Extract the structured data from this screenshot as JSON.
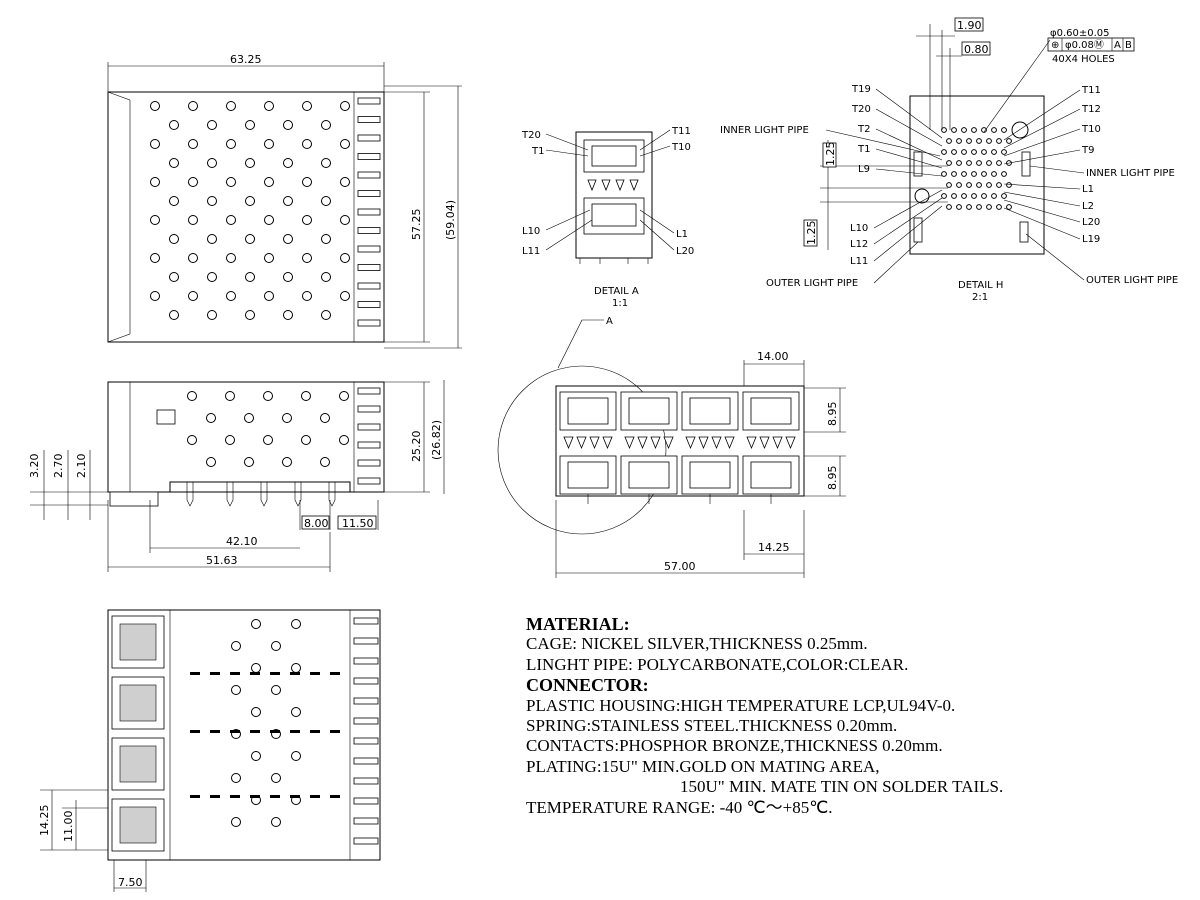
{
  "top_view": {
    "width_dim": "63.25",
    "height_dim": "57.25",
    "height_ref_dim": "(59.04)"
  },
  "side_view": {
    "height_dim": "25.20",
    "height_ref_dim": "(26.82)",
    "vertical_dims": [
      "3.20",
      "2.70",
      "2.10"
    ],
    "pin_dim_a": "8.00",
    "pin_dim_b": "11.50",
    "length_dim_a": "42.10",
    "length_dim_b": "51.63"
  },
  "bottom_view": {
    "dim_a": "14.25",
    "dim_b": "11.00",
    "dim_c": "7.50"
  },
  "detail_a": {
    "labels_left": [
      "T20",
      "T1",
      "L10",
      "L11"
    ],
    "labels_right": [
      "T11",
      "T10",
      "L1",
      "L20"
    ],
    "title": "DETAIL A",
    "scale": "1:1"
  },
  "detail_h": {
    "dim_a": "1.90",
    "dim_b": "0.80",
    "hole_tol": "φ0.60±0.05",
    "position_tol": [
      "⊕",
      "φ0.08Ⓜ",
      "A",
      "B"
    ],
    "hole_count": "40X4 HOLES",
    "labels_left": [
      "T19",
      "T20",
      "INNER LIGHT PIPE",
      "T2",
      "T1",
      "L9",
      "L10",
      "L12",
      "L11",
      "OUTER LIGHT PIPE"
    ],
    "labels_right": [
      "T11",
      "T12",
      "T10",
      "T9",
      "INNER LIGHT PIPE",
      "L1",
      "L2",
      "L20",
      "L19",
      "OUTER LIGHT PIPE"
    ],
    "side_dims": [
      "1.25",
      "1.25"
    ],
    "title": "DETAIL H",
    "scale": "2:1"
  },
  "front_view": {
    "callout": "A",
    "width_top": "14.00",
    "port_heights": [
      "8.95",
      "8.95"
    ],
    "port_width": "14.25",
    "overall_width": "57.00"
  },
  "notes": {
    "material_title": "MATERIAL:",
    "material_lines": [
      "CAGE: NICKEL SILVER,THICKNESS 0.25mm.",
      "LINGHT PIPE: POLYCARBONATE,COLOR:CLEAR."
    ],
    "connector_title": "CONNECTOR:",
    "connector_lines": [
      "PLASTIC HOUSING:HIGH TEMPERATURE LCP,UL94V-0.",
      "SPRING:STAINLESS STEEL.THICKNESS 0.20mm.",
      "CONTACTS:PHOSPHOR BRONZE,THICKNESS 0.20mm.",
      "PLATING:15U\" MIN.GOLD ON MATING AREA,",
      "150U\" MIN. MATE TIN ON SOLDER TAILS.",
      "TEMPERATURE RANGE: -40 ℃～+85℃."
    ]
  }
}
